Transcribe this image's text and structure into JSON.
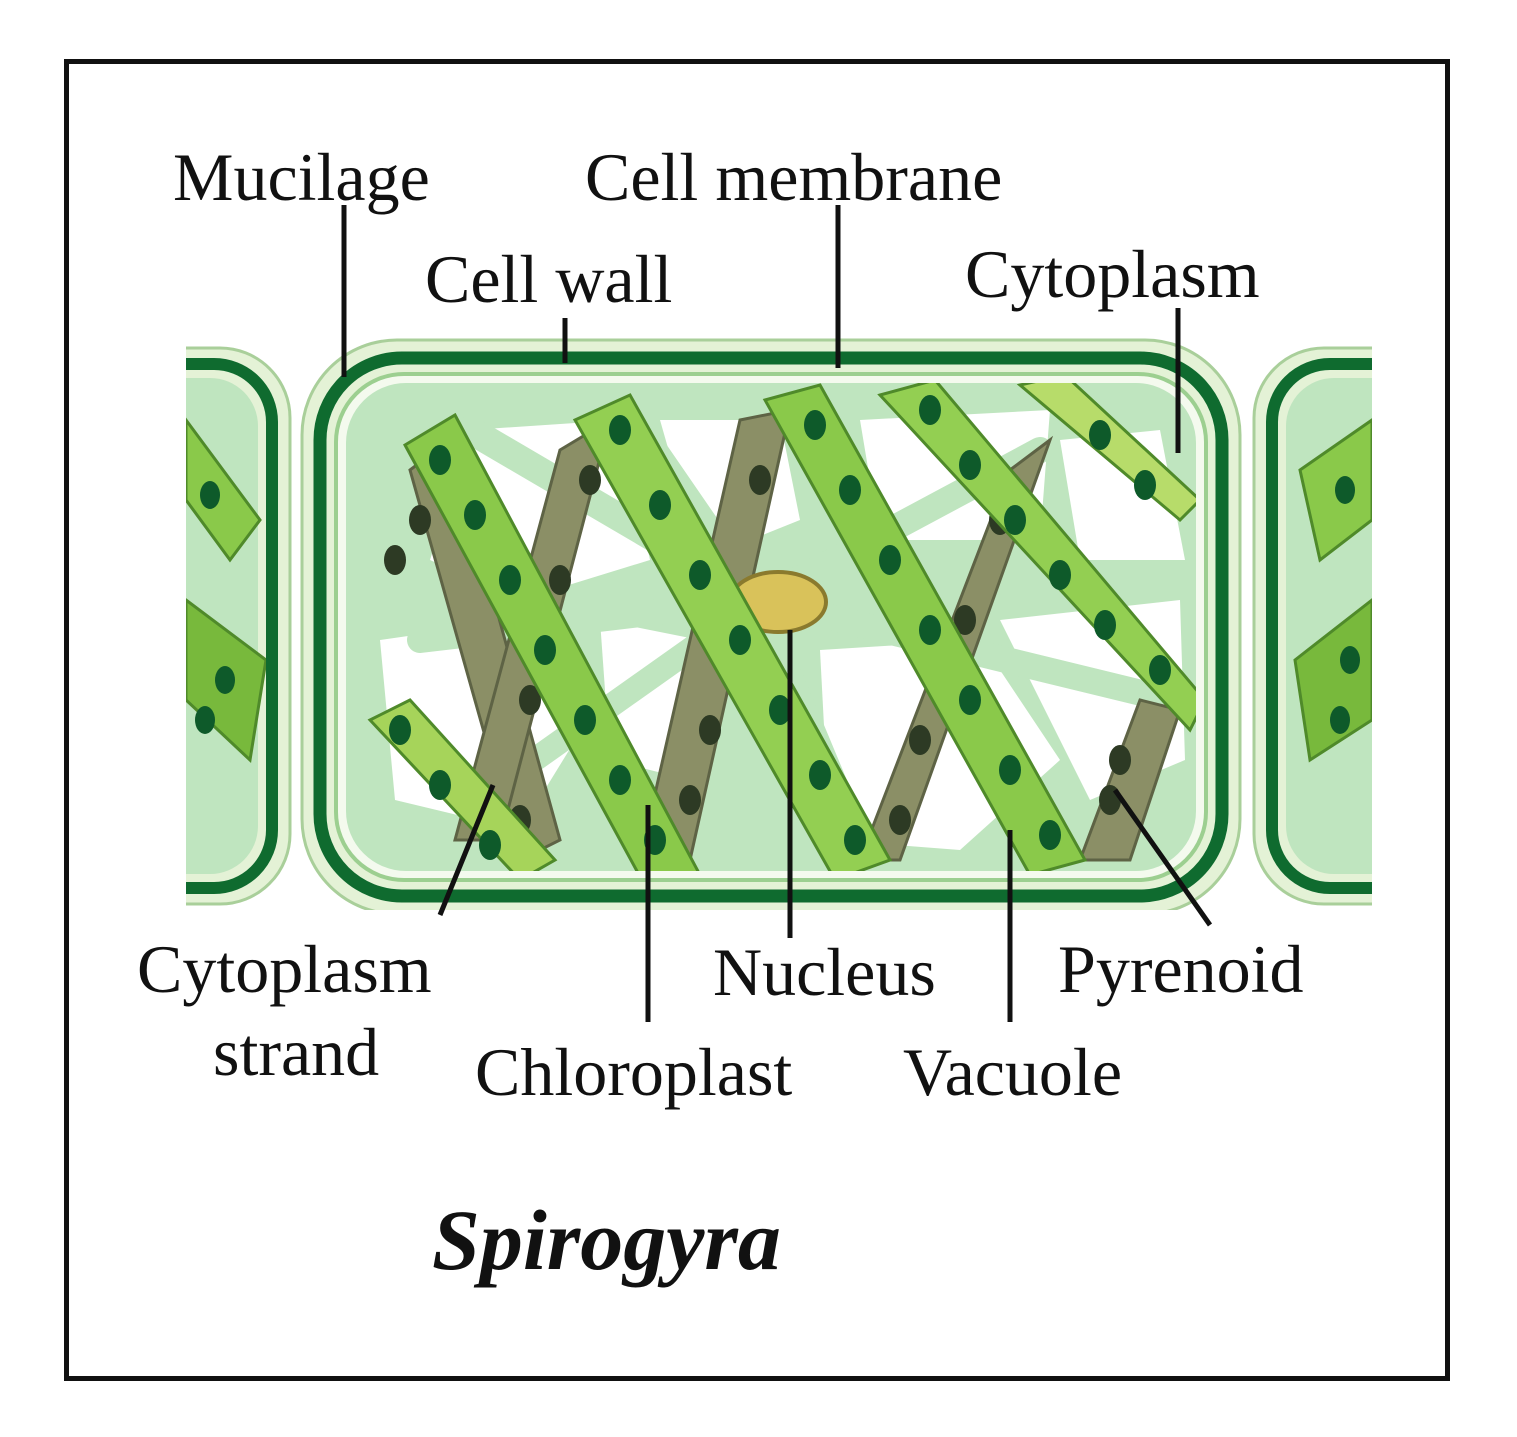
{
  "labels": {
    "mucilage": "Mucilage",
    "cell_membrane": "Cell membrane",
    "cell_wall": "Cell wall",
    "cytoplasm": "Cytoplasm",
    "cytoplasm_strand_line1": "Cytoplasm",
    "cytoplasm_strand_line2": "strand",
    "chloroplast": "Chloroplast",
    "nucleus": "Nucleus",
    "pyrenoid": "Pyrenoid",
    "vacuole": "Vacuole"
  },
  "title": "Spirogyra",
  "colors": {
    "cell_wall": "#0f6b2f",
    "mucilage": "#e4f2d6",
    "cytoplasm": "#bfe5bf",
    "chloroplast_front": "#8ac94a",
    "chloroplast_back": "#8b8f66",
    "pyrenoid": "#0e5a2a",
    "nucleus": "#d9c25a"
  }
}
